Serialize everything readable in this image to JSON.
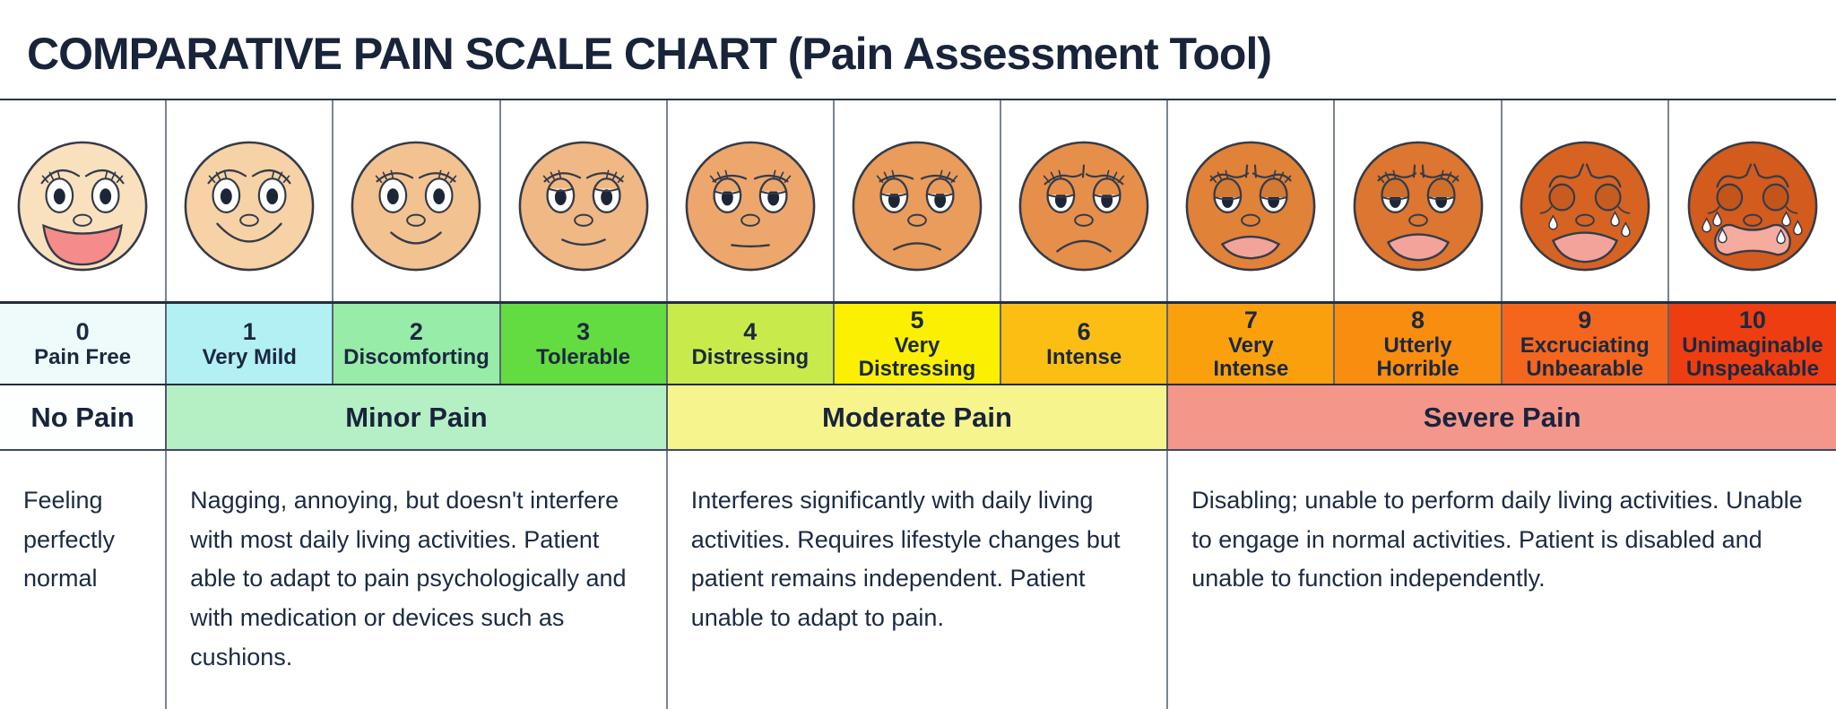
{
  "title": "COMPARATIVE PAIN SCALE CHART (Pain Assessment Tool)",
  "colors": {
    "title_text": "#19243B",
    "body_text": "#1C2A42",
    "face_outline": "#343B49",
    "pupil": "#1C2636",
    "tear_fill": "#FFFFFF",
    "mouth_pink": "#F58B8B",
    "mouth_pink_light": "#F2A49B",
    "mouth_pink_wail": "#F5AB9E"
  },
  "levels": [
    {
      "number": "0",
      "label": "Pain Free",
      "cell_color": "#EFFBFB",
      "face": {
        "icon": "pain-face-0-icon",
        "skin": "#F9E1BE",
        "eyes": "open",
        "lid": 0,
        "brow": "high",
        "creases": "none",
        "tears": 0,
        "mouth": "open-smile"
      }
    },
    {
      "number": "1",
      "label": "Very Mild",
      "cell_color": "#B2F0F4",
      "face": {
        "icon": "pain-face-1-icon",
        "skin": "#F6D2A6",
        "eyes": "open",
        "lid": 0,
        "brow": "high",
        "creases": "none",
        "tears": 0,
        "mouth": "big-smile"
      }
    },
    {
      "number": "2",
      "label": "Discomforting",
      "cell_color": "#97ECA7",
      "face": {
        "icon": "pain-face-2-icon",
        "skin": "#F3C291",
        "eyes": "open",
        "lid": 0,
        "brow": "mid",
        "creases": "none",
        "tears": 0,
        "mouth": "smile"
      }
    },
    {
      "number": "3",
      "label": "Tolerable",
      "cell_color": "#63DC41",
      "face": {
        "icon": "pain-face-3-icon",
        "skin": "#F0B884",
        "eyes": "lidded",
        "lid": 0.3,
        "brow": "mid",
        "creases": "none",
        "tears": 0,
        "mouth": "slight-smile"
      }
    },
    {
      "number": "4",
      "label": "Distressing",
      "cell_color": "#C8EB4B",
      "face": {
        "icon": "pain-face-4-icon",
        "skin": "#EDA76D",
        "eyes": "lidded",
        "lid": 0.38,
        "brow": "low",
        "creases": "none",
        "tears": 0,
        "mouth": "flat"
      }
    },
    {
      "number": "5",
      "label": "Very\nDistressing",
      "cell_color": "#FBF000",
      "face": {
        "icon": "pain-face-5-icon",
        "skin": "#E99C5B",
        "eyes": "lidded",
        "lid": 0.45,
        "brow": "low",
        "creases": "none",
        "tears": 0,
        "mouth": "slight-frown"
      }
    },
    {
      "number": "6",
      "label": "Intense",
      "cell_color": "#FCBE13",
      "face": {
        "icon": "pain-face-6-icon",
        "skin": "#E68F4B",
        "eyes": "lidded",
        "lid": 0.48,
        "brow": "worried",
        "creases": "single",
        "tears": 0,
        "mouth": "frown"
      }
    },
    {
      "number": "7",
      "label": "Very\nIntense",
      "cell_color": "#FAA00C",
      "face": {
        "icon": "pain-face-7-icon",
        "skin": "#E08238",
        "eyes": "lidded",
        "lid": 0.55,
        "brow": "pained",
        "creases": "double",
        "tears": 0,
        "mouth": "crescent-s"
      }
    },
    {
      "number": "8",
      "label": "Utterly\nHorrible",
      "cell_color": "#F98D10",
      "face": {
        "icon": "pain-face-8-icon",
        "skin": "#DC7630",
        "eyes": "lidded",
        "lid": 0.55,
        "brow": "pained",
        "creases": "double",
        "tears": 0,
        "mouth": "crescent-m"
      }
    },
    {
      "number": "9",
      "label": "Excruciating\nUnbearable",
      "cell_color": "#F4661D",
      "face": {
        "icon": "pain-face-9-icon",
        "skin": "#D66322",
        "eyes": "closed",
        "lid": 0,
        "brow": "crying",
        "creases": "slant",
        "tears": 3,
        "mouth": "crescent-l"
      }
    },
    {
      "number": "10",
      "label": "Unimaginable\nUnspeakable",
      "cell_color": "#EE3D10",
      "face": {
        "icon": "pain-face-10-icon",
        "skin": "#D25B1D",
        "eyes": "closed",
        "lid": 0,
        "brow": "crying",
        "creases": "slant",
        "tears": 6,
        "mouth": "wail"
      }
    }
  ],
  "categories": [
    {
      "label": "No Pain",
      "span": 1,
      "color": "#FDFEFE",
      "description": "Feeling perfectly normal"
    },
    {
      "label": "Minor Pain",
      "span": 3,
      "color": "#B5EFC4",
      "description": "Nagging, annoying, but doesn't interfere with most daily living activities. Patient able to adapt to pain psychologically and with medication or devices such as cushions."
    },
    {
      "label": "Moderate Pain",
      "span": 3,
      "color": "#F6F48D",
      "description": "Interferes significantly with daily living activities. Requires lifestyle changes but patient remains independent. Patient unable to adapt to pain."
    },
    {
      "label": "Severe Pain",
      "span": 4,
      "color": "#F5968B",
      "description": "Disabling; unable to perform daily living activities. Unable to engage in normal activities. Patient is disabled and unable to function independently."
    }
  ]
}
